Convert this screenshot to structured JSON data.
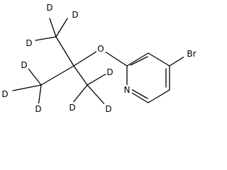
{
  "molecule": {
    "atoms": {
      "oxygen": "O",
      "bromine": "Br",
      "nitrogen": "N",
      "deuterium": "D"
    }
  }
}
